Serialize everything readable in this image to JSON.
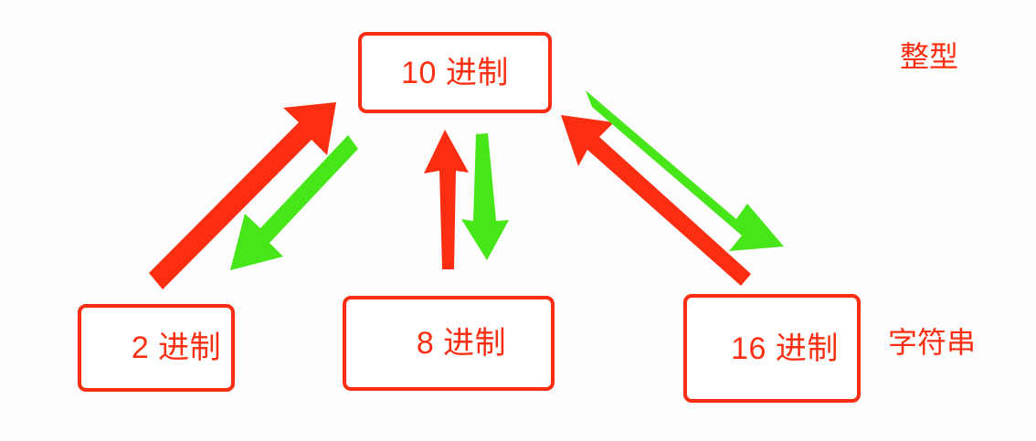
{
  "diagram": {
    "type": "conversion-graph",
    "title_text": "",
    "colors": {
      "box_border": "#fb2e12",
      "text": "#fb2e12",
      "arrow_to_decimal": "#fb2e12",
      "arrow_from_decimal": "#46e619",
      "background": "#fdfdfd"
    },
    "nodes": [
      {
        "id": "dec",
        "label": "10 进制",
        "role": "hub"
      },
      {
        "id": "bin",
        "label": "2 进制",
        "role": "leaf"
      },
      {
        "id": "oct",
        "label": "8 进制",
        "role": "leaf"
      },
      {
        "id": "hex",
        "label": "16 进制",
        "role": "leaf"
      }
    ],
    "side_labels": [
      {
        "id": "int",
        "text": "整型",
        "position": "top-right"
      },
      {
        "id": "str",
        "text": "字符串",
        "position": "bottom-right"
      }
    ],
    "edges": [
      {
        "id": "bin-to-dec",
        "from": "bin",
        "to": "dec",
        "color": "#fb2e12",
        "direction": "up-right"
      },
      {
        "id": "dec-to-bin",
        "from": "dec",
        "to": "bin",
        "color": "#46e619",
        "direction": "down-left"
      },
      {
        "id": "oct-to-dec",
        "from": "oct",
        "to": "dec",
        "color": "#fb2e12",
        "direction": "up"
      },
      {
        "id": "dec-to-oct",
        "from": "dec",
        "to": "oct",
        "color": "#46e619",
        "direction": "down"
      },
      {
        "id": "hex-to-dec",
        "from": "hex",
        "to": "dec",
        "color": "#fb2e12",
        "direction": "up-left"
      },
      {
        "id": "dec-to-hex",
        "from": "dec",
        "to": "hex",
        "color": "#46e619",
        "direction": "down-right"
      }
    ]
  }
}
